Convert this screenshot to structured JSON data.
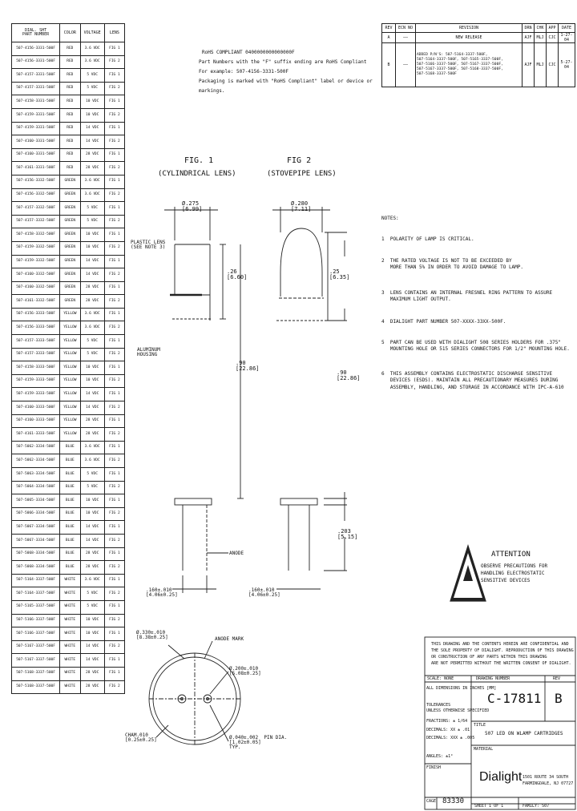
{
  "parts_table": {
    "headers": [
      "DIAL. SHT\nPART NUMBER",
      "COLOR",
      "VOLTAGE",
      "LENS"
    ],
    "rows": [
      [
        "507-4156-3331-500F",
        "RED",
        "3.6 VDC",
        "FIG 1"
      ],
      [
        "507-4156-3331-500F",
        "RED",
        "3.6 VDC",
        "FIG 2"
      ],
      [
        "507-4157-3331-500F",
        "RED",
        "5 VDC",
        "FIG 1"
      ],
      [
        "507-4157-3331-500F",
        "RED",
        "5 VDC",
        "FIG 2"
      ],
      [
        "507-4158-3331-500F",
        "RED",
        "10 VDC",
        "FIG 1"
      ],
      [
        "507-4159-3331-500F",
        "RED",
        "10 VDC",
        "FIG 2"
      ],
      [
        "507-4159-3331-500F",
        "RED",
        "14 VDC",
        "FIG 1"
      ],
      [
        "507-4160-3331-500F",
        "RED",
        "14 VDC",
        "FIG 2"
      ],
      [
        "507-4160-3331-500F",
        "RED",
        "28 VDC",
        "FIG 1"
      ],
      [
        "507-4161-3331-500F",
        "RED",
        "28 VDC",
        "FIG 2"
      ],
      [
        "507-4156-3332-500F",
        "GREEN",
        "3.6 VDC",
        "FIG 1"
      ],
      [
        "507-4156-3332-500F",
        "GREEN",
        "3.6 VDC",
        "FIG 2"
      ],
      [
        "507-4157-3332-500F",
        "GREEN",
        "5 VDC",
        "FIG 1"
      ],
      [
        "507-4157-3332-500F",
        "GREEN",
        "5 VDC",
        "FIG 2"
      ],
      [
        "507-4158-3332-500F",
        "GREEN",
        "10 VDC",
        "FIG 1"
      ],
      [
        "507-4159-3332-500F",
        "GREEN",
        "10 VDC",
        "FIG 2"
      ],
      [
        "507-4159-3332-500F",
        "GREEN",
        "14 VDC",
        "FIG 1"
      ],
      [
        "507-4160-3332-500F",
        "GREEN",
        "14 VDC",
        "FIG 2"
      ],
      [
        "507-4160-3332-500F",
        "GREEN",
        "28 VDC",
        "FIG 1"
      ],
      [
        "507-4161-3332-500F",
        "GREEN",
        "28 VDC",
        "FIG 2"
      ],
      [
        "507-4156-3333-500F",
        "YELLOW",
        "3.6 VDC",
        "FIG 1"
      ],
      [
        "507-4156-3333-500F",
        "YELLOW",
        "3.6 VDC",
        "FIG 2"
      ],
      [
        "507-4157-3333-500F",
        "YELLOW",
        "5 VDC",
        "FIG 1"
      ],
      [
        "507-4157-3333-500F",
        "YELLOW",
        "5 VDC",
        "FIG 2"
      ],
      [
        "507-4158-3333-500F",
        "YELLOW",
        "10 VDC",
        "FIG 1"
      ],
      [
        "507-4159-3333-500F",
        "YELLOW",
        "10 VDC",
        "FIG 2"
      ],
      [
        "507-4159-3333-500F",
        "YELLOW",
        "14 VDC",
        "FIG 1"
      ],
      [
        "507-4160-3333-500F",
        "YELLOW",
        "14 VDC",
        "FIG 2"
      ],
      [
        "507-4160-3333-500F",
        "YELLOW",
        "28 VDC",
        "FIG 1"
      ],
      [
        "507-4161-3333-500F",
        "YELLOW",
        "28 VDC",
        "FIG 2"
      ],
      [
        "507-5062-3334-500F",
        "BLUE",
        "3.6 VDC",
        "FIG 1"
      ],
      [
        "507-5062-3334-500F",
        "BLUE",
        "3.6 VDC",
        "FIG 2"
      ],
      [
        "507-5063-3334-500F",
        "BLUE",
        "5 VDC",
        "FIG 1"
      ],
      [
        "507-5064-3334-500F",
        "BLUE",
        "5 VDC",
        "FIG 2"
      ],
      [
        "507-5065-3334-500F",
        "BLUE",
        "10 VDC",
        "FIG 1"
      ],
      [
        "507-5066-3334-500F",
        "BLUE",
        "10 VDC",
        "FIG 2"
      ],
      [
        "507-5067-3334-500F",
        "BLUE",
        "14 VDC",
        "FIG 1"
      ],
      [
        "507-5067-3334-500F",
        "BLUE",
        "14 VDC",
        "FIG 2"
      ],
      [
        "507-5068-3334-500F",
        "BLUE",
        "28 VDC",
        "FIG 1"
      ],
      [
        "507-5068-3334-500F",
        "BLUE",
        "28 VDC",
        "FIG 2"
      ],
      [
        "507-5164-3337-500F",
        "WHITE",
        "3.6 VDC",
        "FIG 1"
      ],
      [
        "507-5164-3337-500F",
        "WHITE",
        "5 VDC",
        "FIG 2"
      ],
      [
        "507-5165-3337-500F",
        "WHITE",
        "5 VDC",
        "FIG 1"
      ],
      [
        "507-5166-3337-500F",
        "WHITE",
        "10 VDC",
        "FIG 2"
      ],
      [
        "507-5166-3337-500F",
        "WHITE",
        "10 VDC",
        "FIG 1"
      ],
      [
        "507-5167-3337-500F",
        "WHITE",
        "14 VDC",
        "FIG 2"
      ],
      [
        "507-5167-3337-500F",
        "WHITE",
        "14 VDC",
        "FIG 1"
      ],
      [
        "507-5168-3337-500F",
        "WHITE",
        "28 VDC",
        "FIG 1"
      ],
      [
        "507-5168-3337-500F",
        "WHITE",
        "28 VDC",
        "FIG 2"
      ]
    ]
  },
  "revision_table": {
    "headers": [
      "REV",
      "ECN NO",
      "REVISION",
      "DRN",
      "CHK",
      "APP",
      "DATE"
    ],
    "rows": [
      [
        "A",
        "——",
        "NEW RELEASE",
        "AJF",
        "MLJ",
        "CJC",
        "1-27-04"
      ],
      [
        "B",
        "——",
        "ADDED P/N'S: 507-5164-3337-500F,\n507-5164-3337-500F, 507-5165-3337-500F,\n507-5166-3337-500F, 507-5167-3337-500F,\n507-5167-3337-500F, 507-5168-3337-500F,\n507-5168-3337-500F",
        "AJF",
        "MLJ",
        "CJC",
        "5-27-04"
      ]
    ]
  },
  "rohs_note": {
    "title": "RoHS COMPLIANT 0400000000000000F",
    "lines": [
      "Part Numbers with the \"F\" suffix ending are RoHS Compliant",
      "For example: 507-4156-3331-500F",
      "Packaging is marked with \"RoHS Compliant\" label or device or",
      "markings."
    ]
  },
  "figures": {
    "fig1_title": "FIG. 1",
    "fig1_sub": "(CYLINDRICAL LENS)",
    "fig2_title": "FIG 2",
    "fig2_sub": "(STOVEPIPE LENS)"
  },
  "dimensions": {
    "fig1_width": "Ø.275\n[6.99]",
    "fig2_width": "Ø.280\n[7.11]",
    "fig1_lens_height": ".26\n[6.60]",
    "fig2_lens_height": ".25\n[6.35]",
    "overall_height": ".90\n[22.86]",
    "overall_height_2": ".90\n[22.86]",
    "plastic_lens": "PLASTIC LENS\n(SEE NOTE 3)",
    "alum_hub": "ALUMINUM\nHOUSING",
    "anode": "ANODE",
    "lead_length": ".203\n[5.15]",
    "lead_spacing_1": ".160±.010\n[4.06±0.25]",
    "lead_spacing_2": ".160±.010\n[4.06±0.25]",
    "base_dia": "Ø.330±.010\n[8.38±0.25]",
    "anode_mark": "ANODE MARK",
    "pin_circle": "Ø.200±.010\n[5.08±0.25]",
    "pin_dia": "Ø.040±.002  PIN DIA.\n[1.02±0.05]\nTYP.",
    "chamfer": "CHAM.010\n[0.25±0.25]"
  },
  "notes": {
    "heading": "NOTES:",
    "items": [
      "1  POLARITY OF LAMP IS CRITICAL.",
      "2  THE RATED VOLTAGE IS NOT TO BE EXCEEDED BY\n   MORE THAN 5% IN ORDER TO AVOID DAMAGE TO LAMP.",
      "3  LENS CONTAINS AN INTERNAL FRESNEL RING PATTERN TO ASSURE\n   MAXIMUM LIGHT OUTPUT.",
      "4  DIALIGHT PART NUMBER 507-XXXX-33XX-500F.",
      "5  PART CAN BE USED WITH DIALIGHT 508 SERIES HOLDERS FOR .375\"\n   MOUNTING HOLE OR 515 SERIES CONNECTORS FOR 1/2\" MOUNTING HOLE.",
      "6  THIS ASSEMBLY CONTAINS ELECTROSTATIC DISCHARGE SENSITIVE\n   DEVICES (ESDS). MAINTAIN ALL PRECAUTIONARY MEASURES DURING\n   ASSEMBLY, HANDLING, AND STORAGE IN ACCORDANCE WITH IPC-A-610"
    ]
  },
  "attention": {
    "title": "ATTENTION",
    "text": "OBSERVE PRECAUTIONS FOR\nHANDLING ELECTROSTATIC\nSENSITIVE DEVICES"
  },
  "title_block": {
    "confidential": "THIS DRAWING AND THE CONTENTS HEREIN ARE CONFIDENTIAL AND\nTHE SOLE PROPERTY OF DIALIGHT. REPRODUCTION OF THIS DRAWING\nOR CONSTRUCTION OF ANY PARTS WITHIN THIS DRAWING\nARE NOT PERMITTED WITHOUT THE WRITTEN CONSENT OF DIALIGHT.",
    "scale_label": "SCALE: NONE",
    "drawing_number_label": "DRAWING NUMBER",
    "rev_label": "REV",
    "drawing_number": "C-17811",
    "rev": "B",
    "dims_note": "ALL DIMENSIONS IN INCHES [MM]",
    "tolerances": "TOLERANCES\nUNLESS OTHERWISE SPECIFIED",
    "fractions": "FRACTIONS: ± 1/64",
    "decimal2": "DECIMALS: XX ± .01",
    "decimal3": "DECIMALS: XXX ± .005",
    "angles": "ANGLES: ±1°",
    "title_label": "TITLE",
    "title_text": "507 LED ON WLAMP CARTRIDGES",
    "material_label": "MATERIAL",
    "finish_label": "FINISH",
    "company": "Dialight",
    "address": "1501 ROUTE 34 SOUTH\nFARMINGDALE, NJ 07727",
    "cage_label": "CAGE",
    "cage": "83330",
    "sheet": "SHEET 1 OF 1",
    "family": "FAMILY: 507"
  }
}
